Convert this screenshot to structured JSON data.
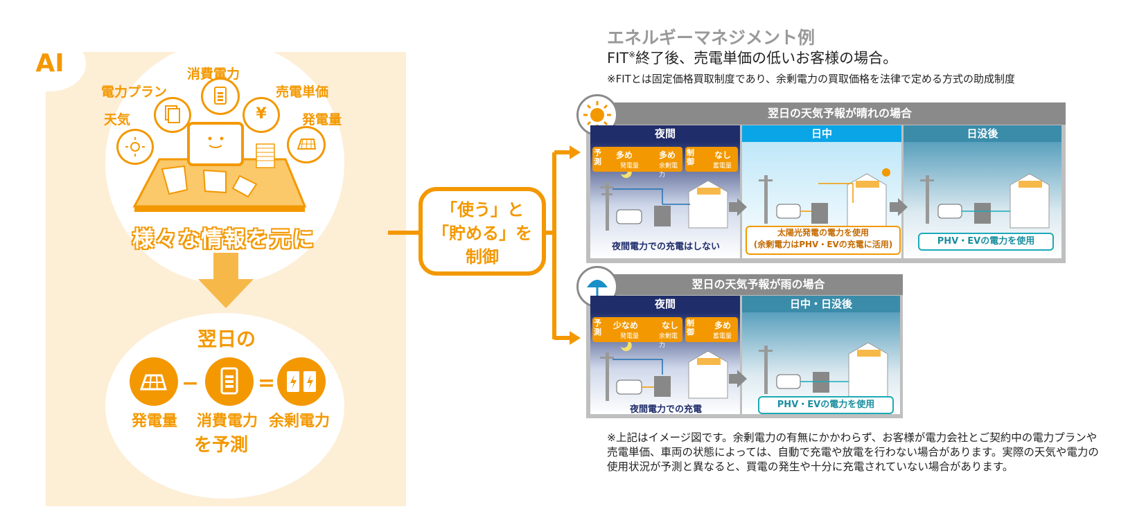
{
  "left": {
    "badge": "AI",
    "bubbles": [
      {
        "label": "電力プラン",
        "icon": "document-icon"
      },
      {
        "label": "消費電力",
        "icon": "battery-icon"
      },
      {
        "label": "売電単価",
        "icon": "yen-icon"
      },
      {
        "label": "天気",
        "icon": "sun-icon"
      },
      {
        "label": "発電量",
        "icon": "solar-panel-icon"
      }
    ],
    "headline": "様々な情報を元に",
    "prediction_title": "翌日の",
    "prediction_terms": [
      "発電量",
      "消費電力",
      "余剰電力"
    ],
    "op_minus": "−",
    "op_equals": "=",
    "prediction_suffix": "を予測"
  },
  "center": {
    "line1": "「使う」と",
    "line2": "「貯める」を",
    "line3": "制御"
  },
  "right": {
    "title": "エネルギーマネジメント例",
    "subtitle_pre": "FIT",
    "subtitle_mark": "※",
    "subtitle_post": "終了後、売電単価の低いお客様の場合。",
    "note": "※FITとは固定価格買取制度であり、余剰電力の買取価格を法律で定める方式の助成制度",
    "sunny": {
      "header": "翌日の天気予報が晴れの場合",
      "segments": [
        "夜間",
        "日中",
        "日没後"
      ],
      "forecast_label": "予測",
      "control_label": "制御",
      "gen": [
        "多め",
        "発電量"
      ],
      "surplus": [
        "多め",
        "余剰電力"
      ],
      "storage": [
        "なし",
        "蓄電量"
      ],
      "night_caption": "夜間電力での充電はしない",
      "day_caption_1": "太陽光発電の電力を使用",
      "day_caption_2": "(余剰電力はPHV・EVの充電に活用)",
      "evening_caption": "PHV・EVの電力を使用"
    },
    "rainy": {
      "header": "翌日の天気予報が雨の場合",
      "segments": [
        "夜間",
        "日中・日没後"
      ],
      "forecast_label": "予測",
      "control_label": "制御",
      "gen": [
        "少なめ",
        "発電量"
      ],
      "surplus": [
        "なし",
        "余剰電力"
      ],
      "storage": [
        "多め",
        "蓄電量"
      ],
      "night_caption": "夜間電力での充電",
      "day_caption": "PHV・EVの電力を使用"
    },
    "bottom_note": "※上記はイメージ図です。余剰電力の有無にかかわらず、お客様が電力会社とご契約中の電力プランや売電単価、車両の状態によっては、自動で充電や放電を行わない場合があります。実際の天気や電力の使用状況が予測と異なると、買電の発生や十分に充電されていない場合があります。"
  },
  "colors": {
    "orange": "#f39800",
    "cream": "#fdeed6",
    "night": "#1f2d6b",
    "day": "#0aa5e6",
    "evening": "#3a8ca9",
    "gray_header": "#8a8a8a"
  }
}
